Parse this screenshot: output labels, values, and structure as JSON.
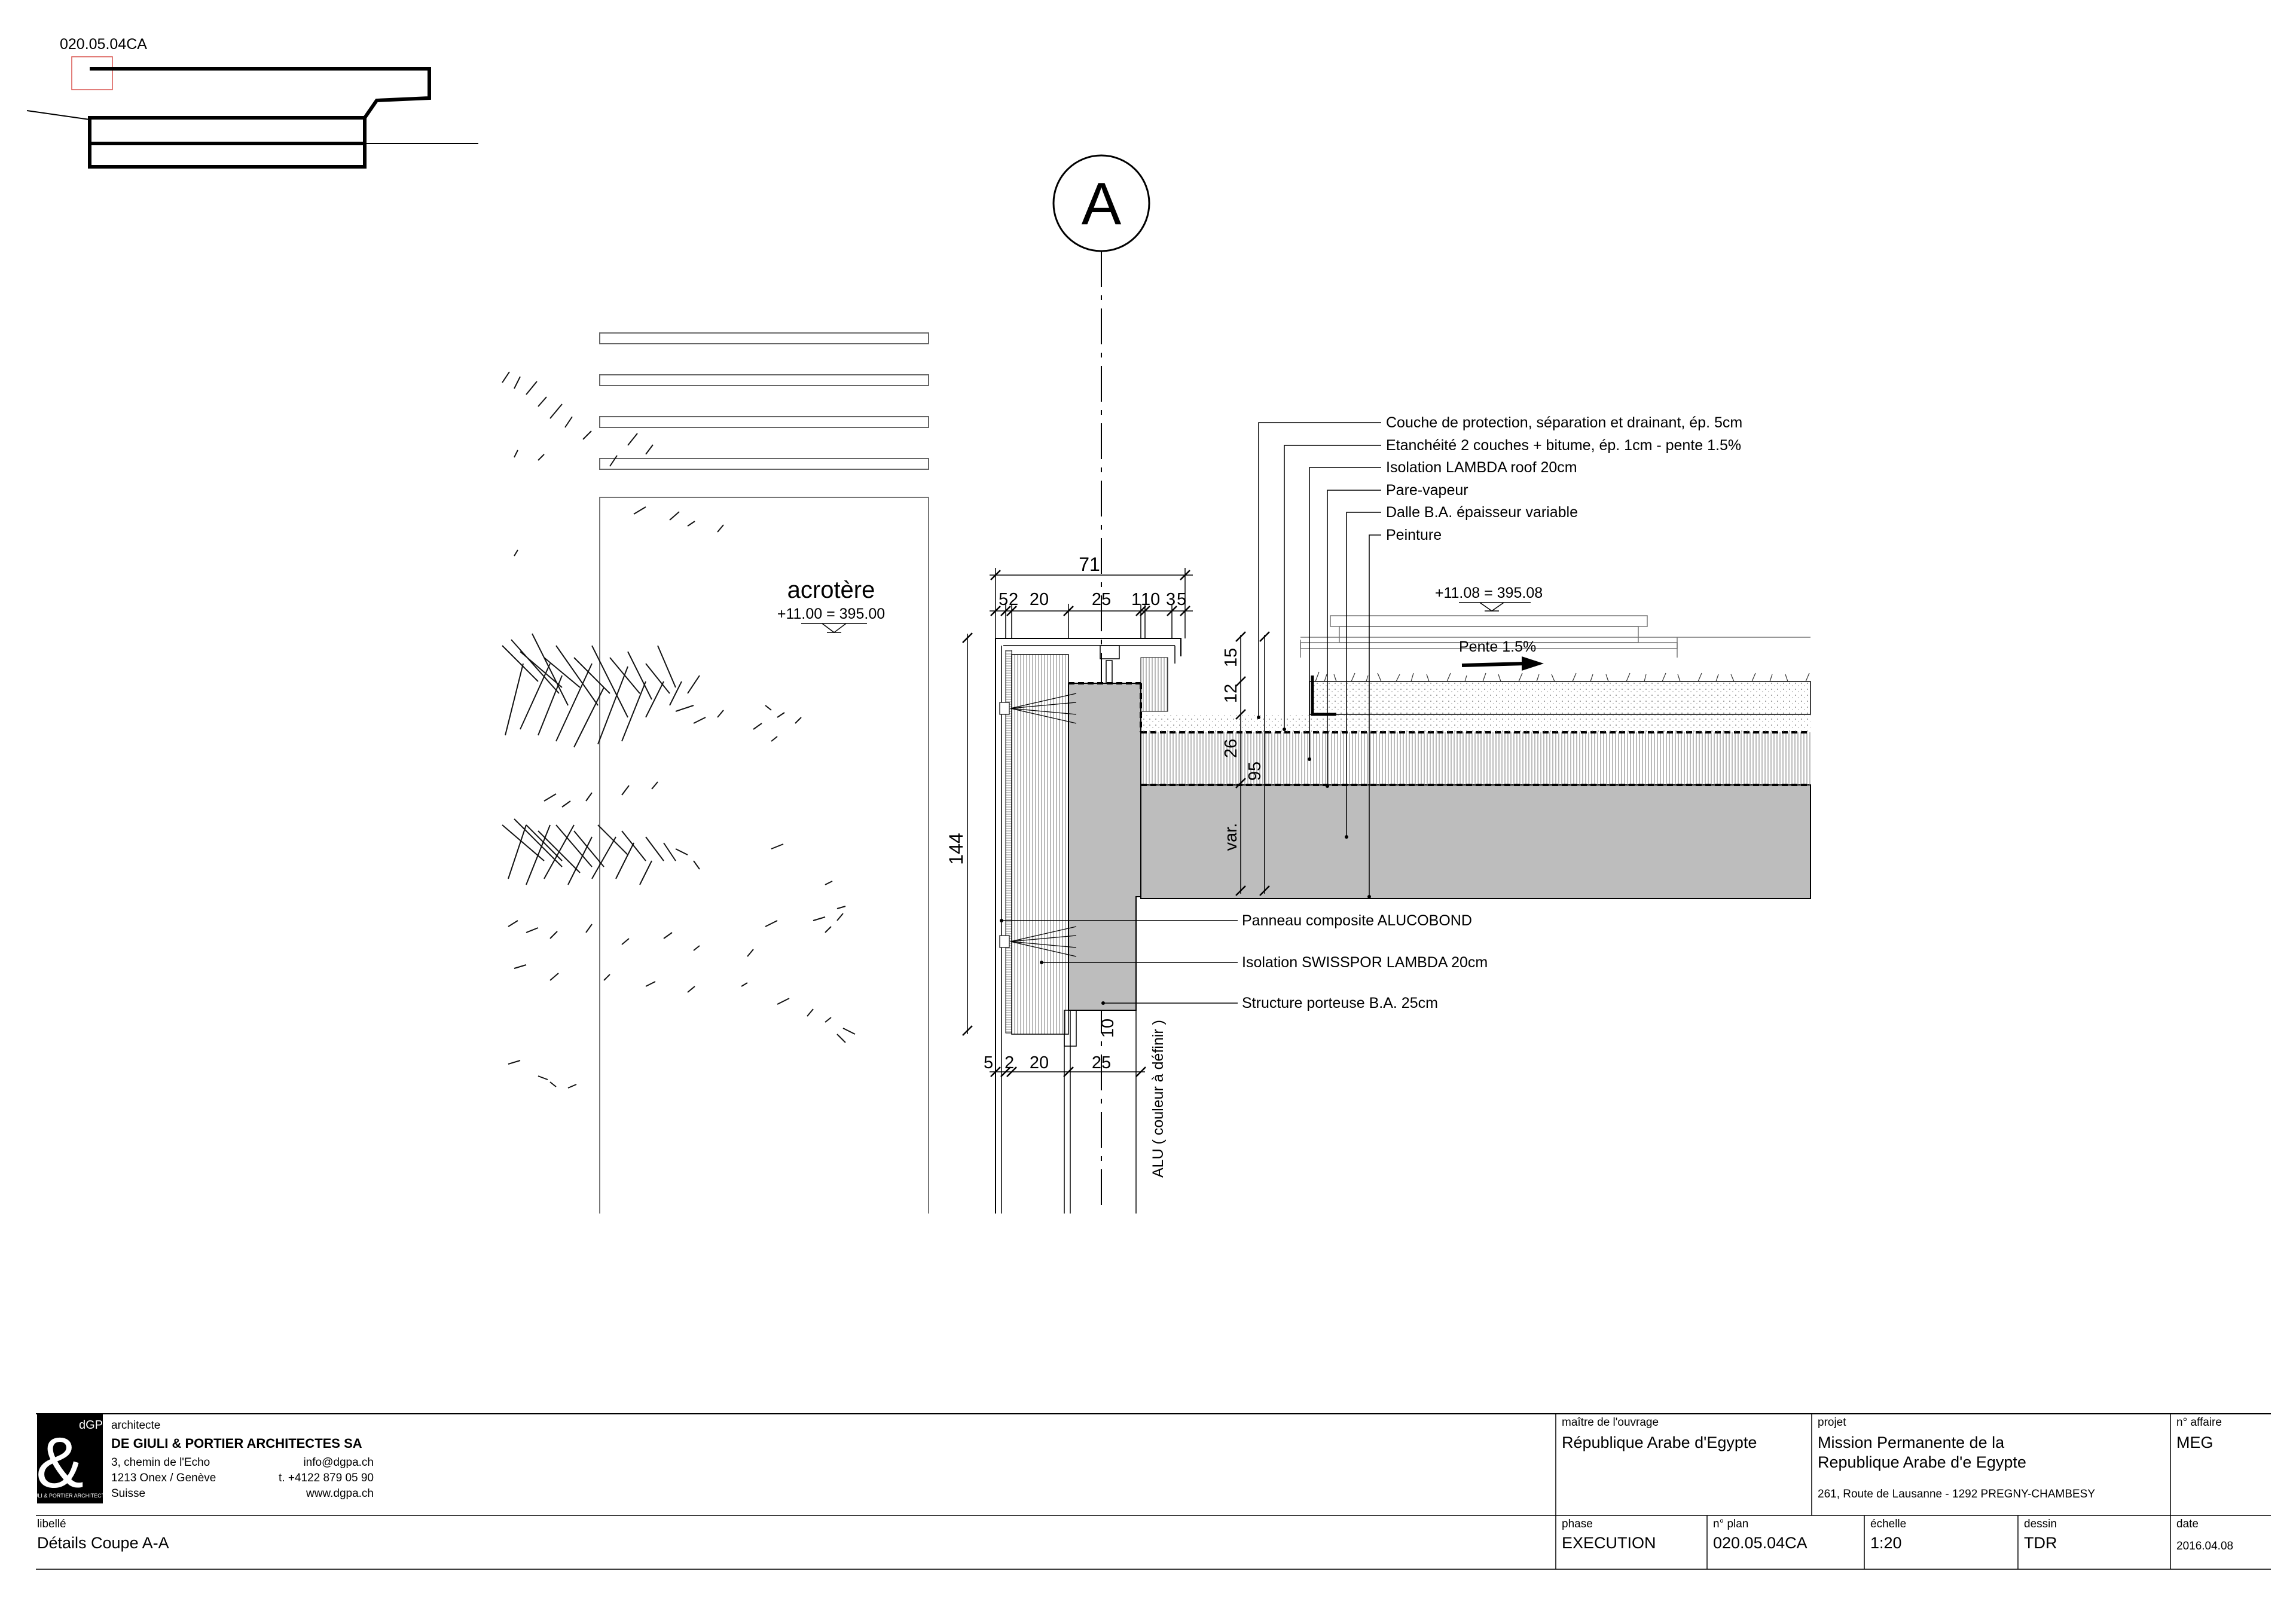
{
  "plan_ref": "020.05.04CA",
  "section_marker": "A",
  "acrotere": {
    "label": "acrotère",
    "level": "+11.00 = 395.00"
  },
  "roof_level": "+11.08 = 395.08",
  "slope": "Pente 1.5%",
  "layers": [
    "Couche de protection, séparation et drainant, ép. 5cm",
    "Etanchéité 2 couches + bitume, ép. 1cm - pente 1.5%",
    "Isolation LAMBDA roof 20cm",
    "Pare-vapeur",
    "Dalle B.A. épaisseur variable",
    "Peinture"
  ],
  "wall_labels": [
    "Panneau composite ALUCOBOND",
    "Isolation SWISSPOR LAMBDA 20cm",
    "Structure porteuse B.A. 25cm"
  ],
  "alu_note": "ALU ( couleur à définir )",
  "dims": {
    "total_top": "71",
    "top_parts": [
      "5",
      "2",
      "20",
      "25",
      "1",
      "10",
      "3",
      "5"
    ],
    "bottom_parts": [
      "5",
      "2",
      "20",
      "25"
    ],
    "height": "144",
    "v15": "15",
    "v12": "12",
    "v26": "26",
    "v95": "95",
    "var": "var.",
    "v10": "10"
  },
  "title_block": {
    "logo_small": "dGPa",
    "logo_glyph": "&",
    "logo_footer": "DE GIULI & PORTIER ARCHITECTES SA",
    "architect_label": "architecte",
    "firm": "DE GIULI & PORTIER ARCHITECTES SA",
    "address": [
      "3,  chemin de  l'Echo",
      "1213 Onex / Genève",
      "Suisse"
    ],
    "contact": [
      "info@dgpa.ch",
      "t. +4122 879 05 90",
      "www.dgpa.ch"
    ],
    "owner_label": "maître de l'ouvrage",
    "owner": "République Arabe d'Egypte",
    "project_label": "projet",
    "project": [
      "Mission Permanente de la",
      "Republique Arabe d'e Egypte"
    ],
    "project_address": "261, Route de Lausanne - 1292 PREGNY-CHAMBESY",
    "affaire_label": "n° affaire",
    "affaire": "MEG",
    "libelle_label": "libellé",
    "libelle": "Détails Coupe A-A",
    "phase_label": "phase",
    "phase": "EXECUTION",
    "plan_label": "n° plan",
    "plan": "020.05.04CA",
    "scale_label": "échelle",
    "scale": "1:20",
    "drawn_label": "dessin",
    "drawn": "TDR",
    "date_label": "date",
    "date": "2016.04.08"
  }
}
